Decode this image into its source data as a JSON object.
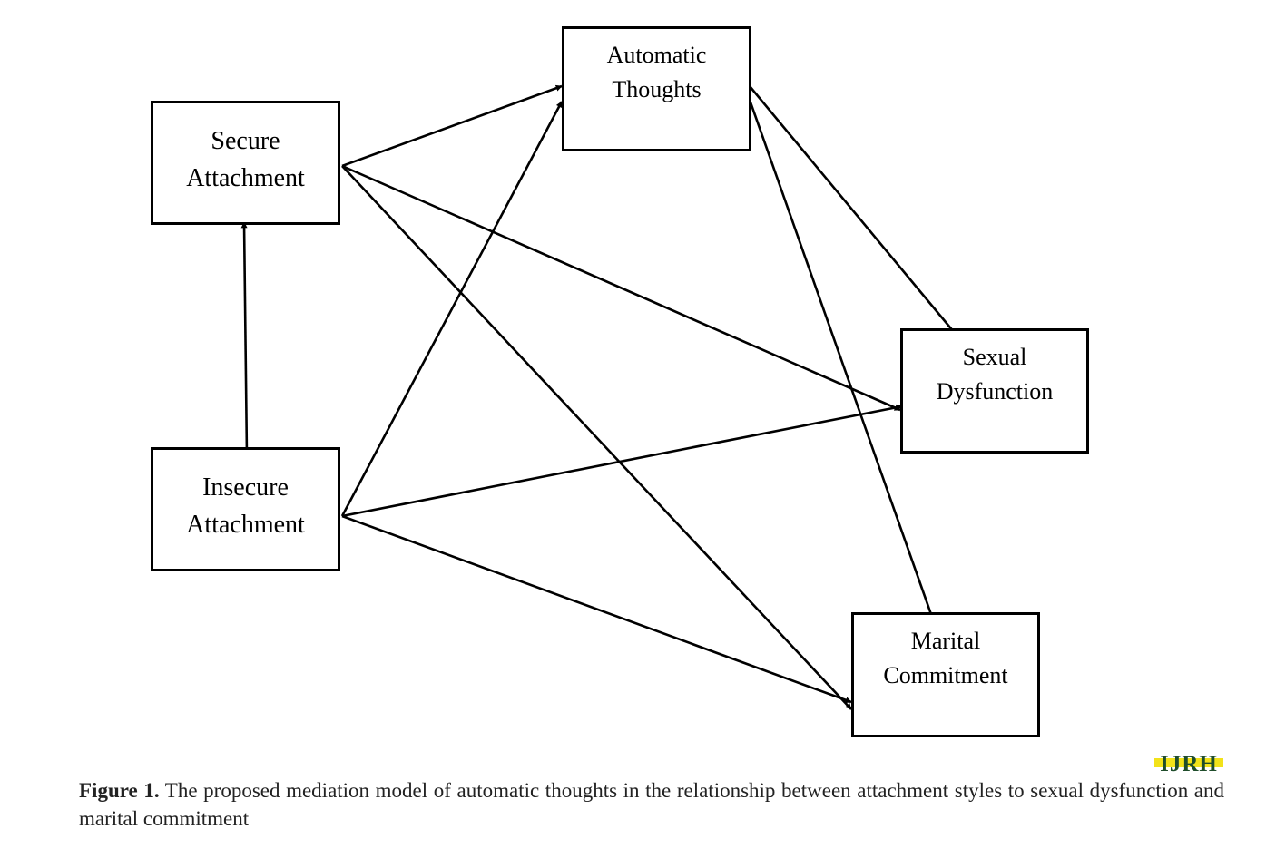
{
  "nodes": {
    "secure": {
      "lines": [
        "Secure",
        "Attachment"
      ]
    },
    "insecure": {
      "lines": [
        "Insecure",
        "Attachment"
      ]
    },
    "automatic": {
      "lines": [
        "Automatic",
        "Thoughts"
      ]
    },
    "sexual": {
      "lines": [
        "Sexual",
        "Dysfunction"
      ]
    },
    "marital": {
      "lines": [
        "Marital",
        "Commitment"
      ]
    }
  },
  "edges": [
    {
      "from": "Secure Attachment",
      "to": "Automatic Thoughts",
      "type": "directed"
    },
    {
      "from": "Secure Attachment",
      "to": "Sexual Dysfunction",
      "type": "directed"
    },
    {
      "from": "Secure Attachment",
      "to": "Marital Commitment",
      "type": "directed"
    },
    {
      "from": "Insecure Attachment",
      "to": "Automatic Thoughts",
      "type": "directed"
    },
    {
      "from": "Insecure Attachment",
      "to": "Sexual Dysfunction",
      "type": "directed"
    },
    {
      "from": "Insecure Attachment",
      "to": "Marital Commitment",
      "type": "directed"
    },
    {
      "from": "Automatic Thoughts",
      "to": "Sexual Dysfunction",
      "type": "directed"
    },
    {
      "from": "Automatic Thoughts",
      "to": "Marital Commitment",
      "type": "directed"
    },
    {
      "from": "Secure Attachment",
      "to": "Insecure Attachment",
      "type": "bidirectional"
    }
  ],
  "caption": {
    "label": "Figure 1.",
    "text": "The proposed mediation model of automatic thoughts in the relationship between attachment styles to sexual dysfunction and marital commitment"
  },
  "logo": {
    "text": "IJRH",
    "colors": {
      "primary": "#1f4d2b",
      "accent": "#f2e21a"
    }
  },
  "colors": {
    "line": "#000000",
    "caption": "#222222"
  }
}
